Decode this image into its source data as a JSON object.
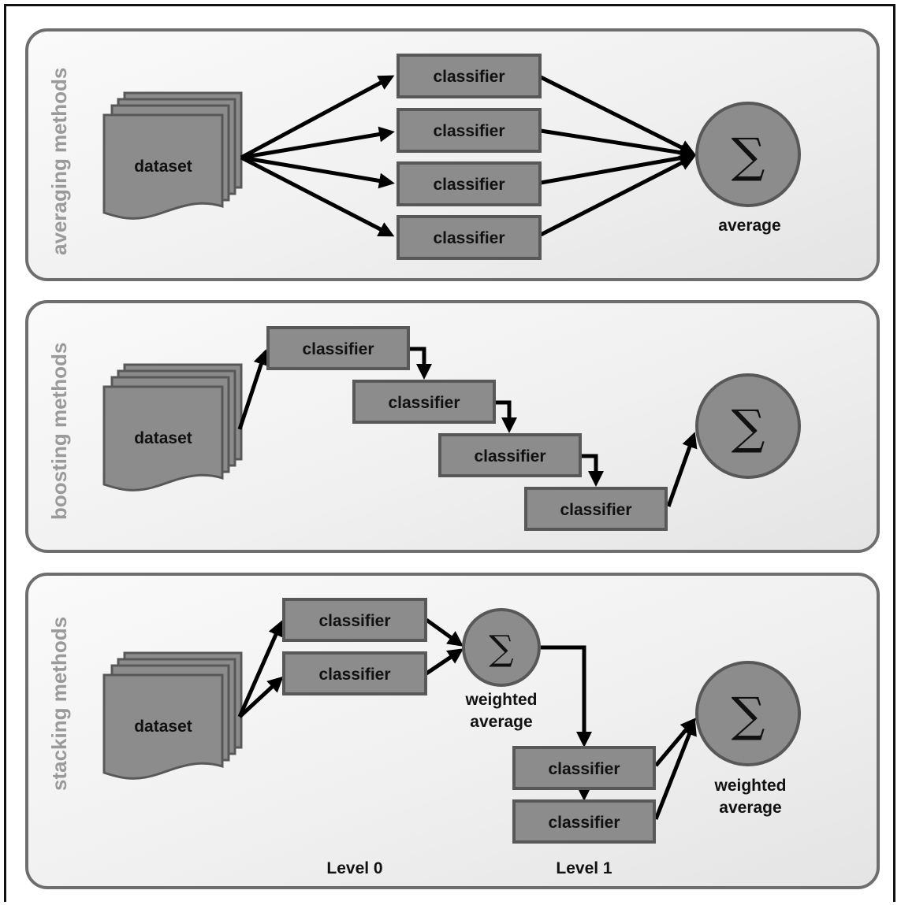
{
  "panels": {
    "averaging": {
      "title": "averaging methods",
      "dataset": "dataset",
      "classifier": "classifier",
      "sum_symbol": "∑",
      "sum_label": "average"
    },
    "boosting": {
      "title": "boosting methods",
      "dataset": "dataset",
      "classifier": "classifier",
      "sum_symbol": "∑"
    },
    "stacking": {
      "title": "stacking methods",
      "dataset": "dataset",
      "classifier": "classifier",
      "sum_symbol": "∑",
      "level0_sum_label_line1": "weighted",
      "level0_sum_label_line2": "average",
      "level1_sum_label_line1": "weighted",
      "level1_sum_label_line2": "average",
      "level0_label": "Level 0",
      "level1_label": "Level 1"
    }
  },
  "colors": {
    "box_fill": "#8c8c8c",
    "box_border": "#585858",
    "panel_border": "#6e6e6e",
    "side_title": "#9a9a9a",
    "arrow": "#000000"
  }
}
